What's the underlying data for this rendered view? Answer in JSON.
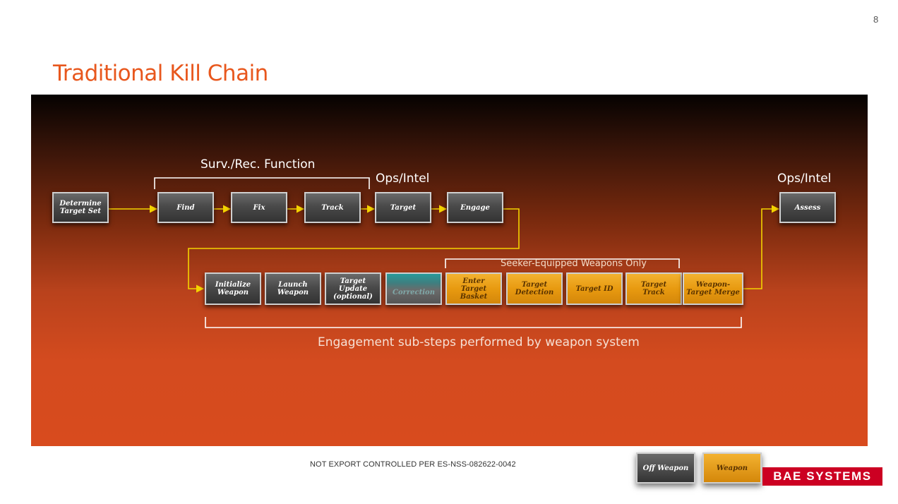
{
  "page": {
    "number": "8",
    "title": "Traditional Kill Chain",
    "footer_note": "NOT EXPORT CONTROLLED PER ES-NSS-082622-0042",
    "brand": "BAE SYSTEMS"
  },
  "diagram": {
    "labels": {
      "surv_rec": "Surv./Rec. Function",
      "ops_intel_1": "Ops/Intel",
      "ops_intel_2": "Ops/Intel",
      "seeker_only": "Seeker-Equipped Weapons Only",
      "engagement": "Engagement sub-steps performed by weapon system"
    },
    "top_row": [
      {
        "id": "determine-target-set",
        "text": "Determine\nTarget Set",
        "kind": "off"
      },
      {
        "id": "find",
        "text": "Find",
        "kind": "off"
      },
      {
        "id": "fix",
        "text": "Fix",
        "kind": "off"
      },
      {
        "id": "track",
        "text": "Track",
        "kind": "off"
      },
      {
        "id": "target",
        "text": "Target",
        "kind": "off"
      },
      {
        "id": "engage",
        "text": "Engage",
        "kind": "off"
      },
      {
        "id": "assess",
        "text": "Assess",
        "kind": "off"
      }
    ],
    "sub_steps": [
      {
        "id": "initialize-weapon",
        "text": "Initialize\nWeapon",
        "kind": "off"
      },
      {
        "id": "launch-weapon",
        "text": "Launch\nWeapon",
        "kind": "off"
      },
      {
        "id": "target-update",
        "text": "Target\nUpdate\n(optional)",
        "kind": "off"
      },
      {
        "id": "correction",
        "text": "Correction",
        "kind": "teal"
      },
      {
        "id": "enter-target-basket",
        "text": "Enter\nTarget\nBasket",
        "kind": "weapon"
      },
      {
        "id": "target-detection",
        "text": "Target\nDetection",
        "kind": "weapon"
      },
      {
        "id": "target-id",
        "text": "Target ID",
        "kind": "weapon"
      },
      {
        "id": "target-track",
        "text": "Target\nTrack",
        "kind": "weapon"
      },
      {
        "id": "weapon-target-merge",
        "text": "Weapon-\nTarget Merge",
        "kind": "weapon"
      }
    ]
  },
  "legend": {
    "off_weapon": "Off Weapon",
    "weapon": "Weapon"
  },
  "colors": {
    "title": "#e8571d",
    "connector": "#f4d300",
    "weapon_box": "#e89a10",
    "off_weapon_box": "#4a4a4a",
    "brand": "#cc0022"
  }
}
